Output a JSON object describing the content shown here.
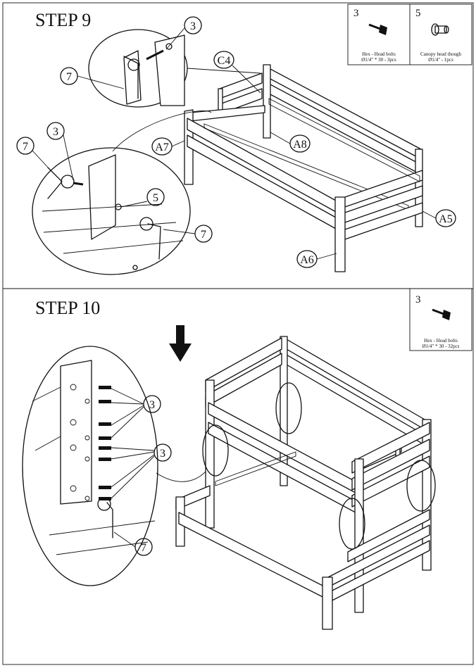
{
  "step9": {
    "title": "STEP 9",
    "parts": [
      {
        "number": "3",
        "name": "Hex - Head bolts",
        "spec": "Ø1/4\" * 30 - 3pcs",
        "icon": "hex-head-bolt-icon"
      },
      {
        "number": "5",
        "name": "Canopy head though",
        "spec": "Ø1/4\" - 1pcs",
        "icon": "canopy-head-nut-icon"
      }
    ],
    "callouts": {
      "c4": "C4",
      "a7": "A7",
      "a8": "A8",
      "a5": "A5",
      "a6": "A6",
      "p3a": "3",
      "p3b": "3",
      "p5": "5",
      "p7a": "7",
      "p7b": "7",
      "p7c": "7"
    }
  },
  "step10": {
    "title": "STEP 10",
    "parts": [
      {
        "number": "3",
        "name": "Hex - Head bolts",
        "spec": "Ø1/4\" * 30 - 32pcs",
        "icon": "hex-head-bolt-icon"
      }
    ],
    "callouts": {
      "p3a": "3",
      "p3b": "3",
      "p7": "7"
    }
  }
}
